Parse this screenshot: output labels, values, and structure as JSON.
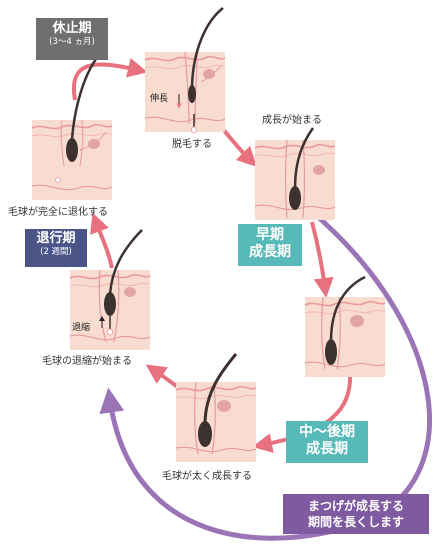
{
  "phases": {
    "telogen": {
      "title": "休止期",
      "duration": "(3〜4 ヵ月)",
      "color": "#6f6f6f"
    },
    "catagen": {
      "title": "退行期",
      "duration": "(2 週間)",
      "color": "#4b5588"
    },
    "anagen_early": {
      "line1": "早期",
      "line2": "成長期",
      "color": "#57b9b8"
    },
    "anagen_late": {
      "line1": "中〜後期",
      "line2": "成長期",
      "color": "#57b9b8"
    }
  },
  "captions": {
    "shedding": "脱毛する",
    "growth_starts": "成長が始まる",
    "grows_thick": "毛球が太く成長する",
    "bulb_shrink_starts": "毛球の退縮が始まる",
    "bulb_fully_regressed": "毛球が完全に退化する"
  },
  "inner_labels": {
    "extend": "伸長",
    "shrink": "退縮"
  },
  "callout": {
    "line1": "まつげが成長する",
    "line2": "期間を長くします",
    "color": "#7f5aa0"
  },
  "colors": {
    "arrow": "#e8717f",
    "skin": "#f8dcd0",
    "skin_edge": "#e89aa0",
    "hair": "#3d3130"
  }
}
